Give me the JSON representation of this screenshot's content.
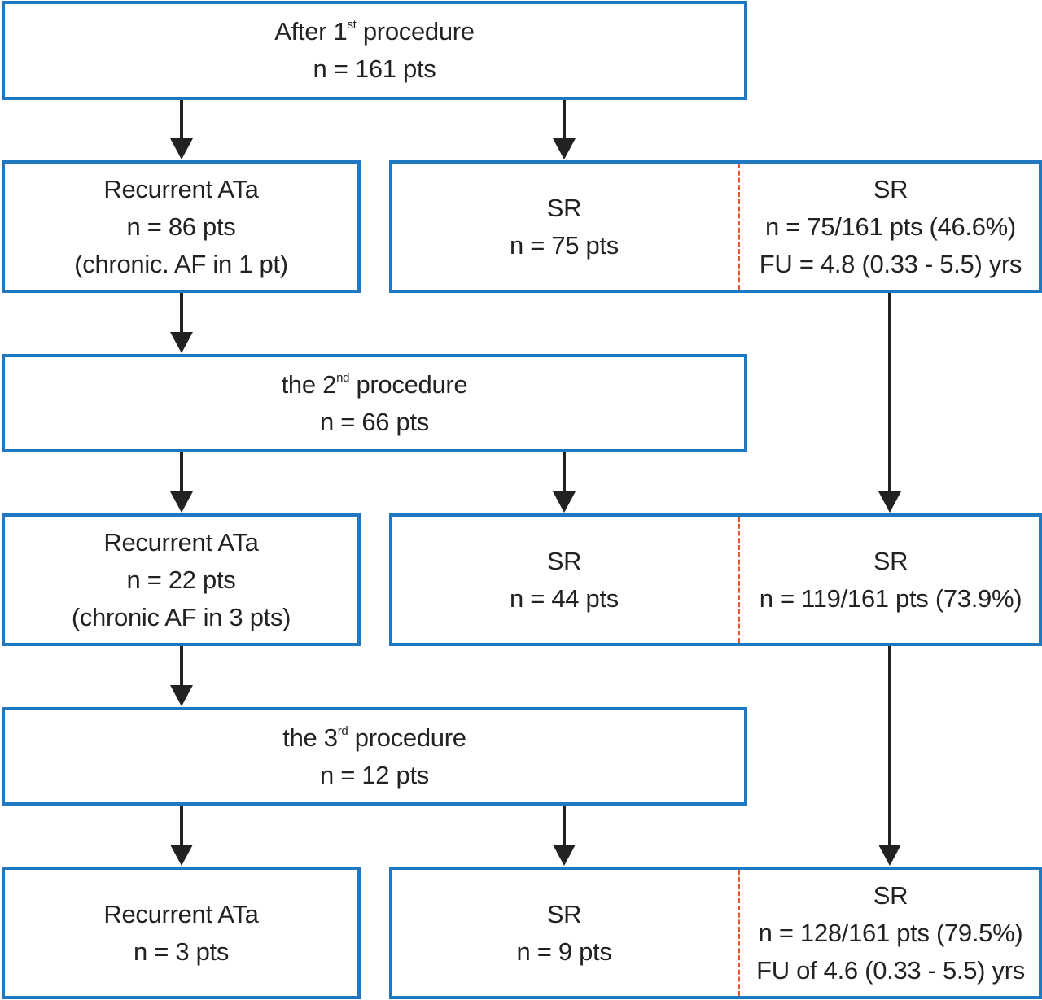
{
  "colors": {
    "box_border": "#1f78c1",
    "arrow": "#222222",
    "divider": "#e8552a"
  },
  "proc1": {
    "title": "After 1",
    "title_sup": "st",
    "title_end": " procedure",
    "n": "n = 161 pts"
  },
  "row1": {
    "recurrent": {
      "title": "Recurrent ATa",
      "n": "n = 86 pts",
      "note": "(chronic. AF in 1 pt)"
    },
    "sr": {
      "title": "SR",
      "n": "n = 75 pts"
    },
    "sr_total": {
      "title": "SR",
      "n": "n = 75/161 pts (46.6%)",
      "fu": "FU = 4.8 (0.33 - 5.5) yrs"
    }
  },
  "proc2": {
    "title": "the 2",
    "title_sup": "nd",
    "title_end": " procedure",
    "n": "n = 66 pts"
  },
  "row2": {
    "recurrent": {
      "title": "Recurrent ATa",
      "n": "n = 22 pts",
      "note": "(chronic AF in 3 pts)"
    },
    "sr": {
      "title": "SR",
      "n": "n = 44 pts"
    },
    "sr_total": {
      "title": "SR",
      "n": "n = 119/161 pts (73.9%)"
    }
  },
  "proc3": {
    "title": "the 3",
    "title_sup": "rd",
    "title_end": " procedure",
    "n": "n = 12 pts"
  },
  "row3": {
    "recurrent": {
      "title": "Recurrent ATa",
      "n": "n = 3 pts"
    },
    "sr": {
      "title": "SR",
      "n": "n = 9 pts"
    },
    "sr_total": {
      "title": "SR",
      "n": "n = 128/161 pts (79.5%)",
      "fu": "FU of 4.6 (0.33 - 5.5) yrs"
    }
  }
}
